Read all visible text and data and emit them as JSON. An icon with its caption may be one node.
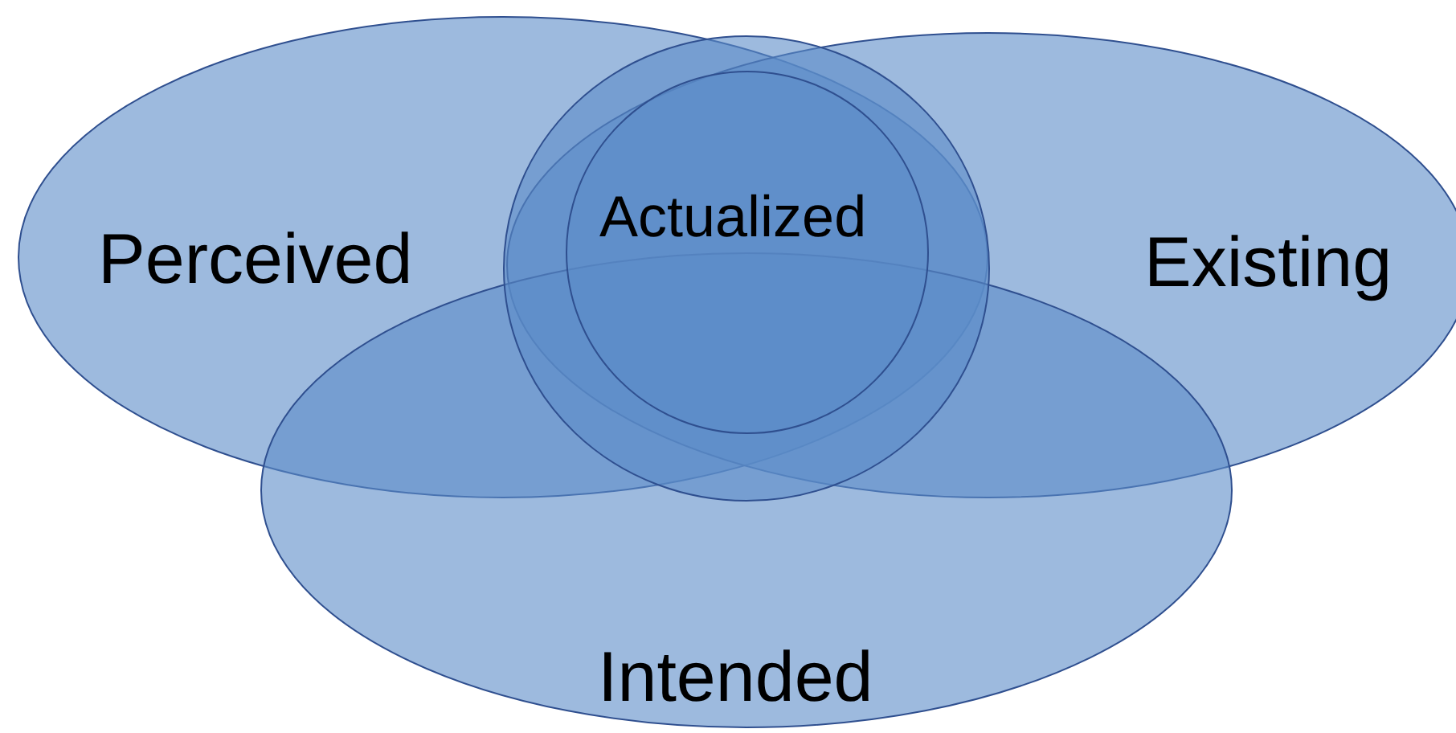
{
  "diagram": {
    "nodes": [
      {
        "text": [
          "Perceived"
        ]
      },
      {
        "text": [],
        "shape": "ellipse"
      },
      {
        "text": [
          "Actualized"
        ],
        "in": 1
      },
      {
        "text": [
          "Existing"
        ]
      },
      {
        "text": [
          "Intended"
        ]
      }
    ]
  }
}
